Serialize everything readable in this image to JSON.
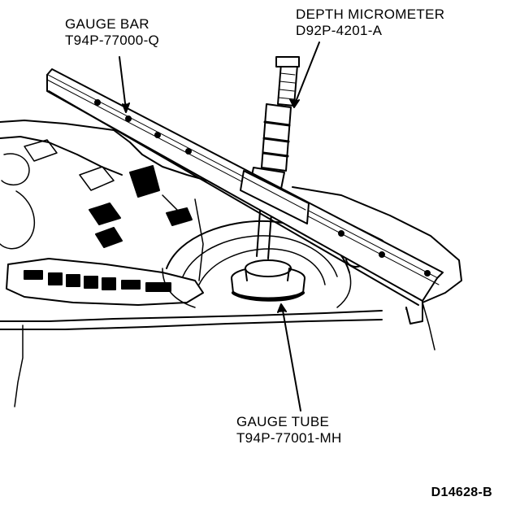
{
  "callouts": {
    "gauge_bar": {
      "name": "GAUGE BAR",
      "part": "T94P-77000-Q"
    },
    "depth_micrometer": {
      "name": "DEPTH MICROMETER",
      "part": "D92P-4201-A"
    },
    "gauge_tube": {
      "name": "GAUGE TUBE",
      "part": "T94P-77001-MH"
    }
  },
  "figure_id": "D14628-B",
  "colors": {
    "ink": "#000000",
    "paper": "#ffffff"
  }
}
